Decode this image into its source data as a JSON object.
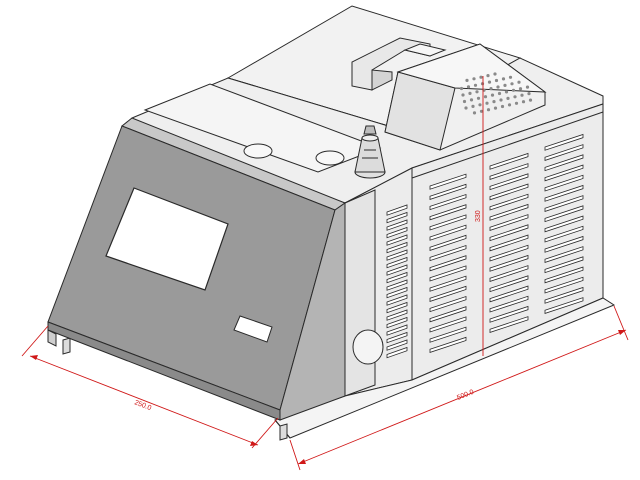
{
  "drawing": {
    "dim_width": "250.0",
    "dim_depth": "500.0",
    "dim_height": "330",
    "colors": {
      "body_line": "#2a2a2a",
      "front_panel": "#9a9a9a",
      "front_panel_side": "#c8c8c8",
      "chassis": "#ececec",
      "dimension_line": "#d01818",
      "screen": "#ffffff"
    }
  }
}
